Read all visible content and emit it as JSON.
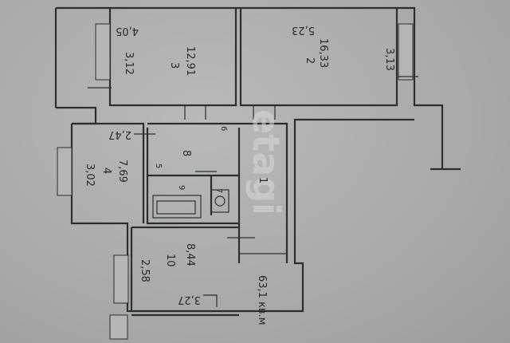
{
  "watermark": "etagi",
  "rooms": {
    "room3": {
      "area": "4,05",
      "len": "3,12",
      "volume": "12,91",
      "num": "3"
    },
    "room2": {
      "area": "5,23",
      "len": "3,13",
      "volume": "16,33",
      "num": "2"
    },
    "room4": {
      "area": "2,47",
      "len": "3,02",
      "volume": "7,69",
      "num": "4"
    },
    "room10": {
      "area": "3,27",
      "len": "2,58",
      "volume": "8,44",
      "num": "10"
    },
    "corridor": {
      "num": "1"
    },
    "bath": {
      "num": "8"
    },
    "wc": {
      "num": "9"
    },
    "small5": {
      "num": "5"
    },
    "small6": {
      "num": "6"
    },
    "small7": {
      "num": "7"
    }
  },
  "total": {
    "label": "63,1 кв.м"
  }
}
